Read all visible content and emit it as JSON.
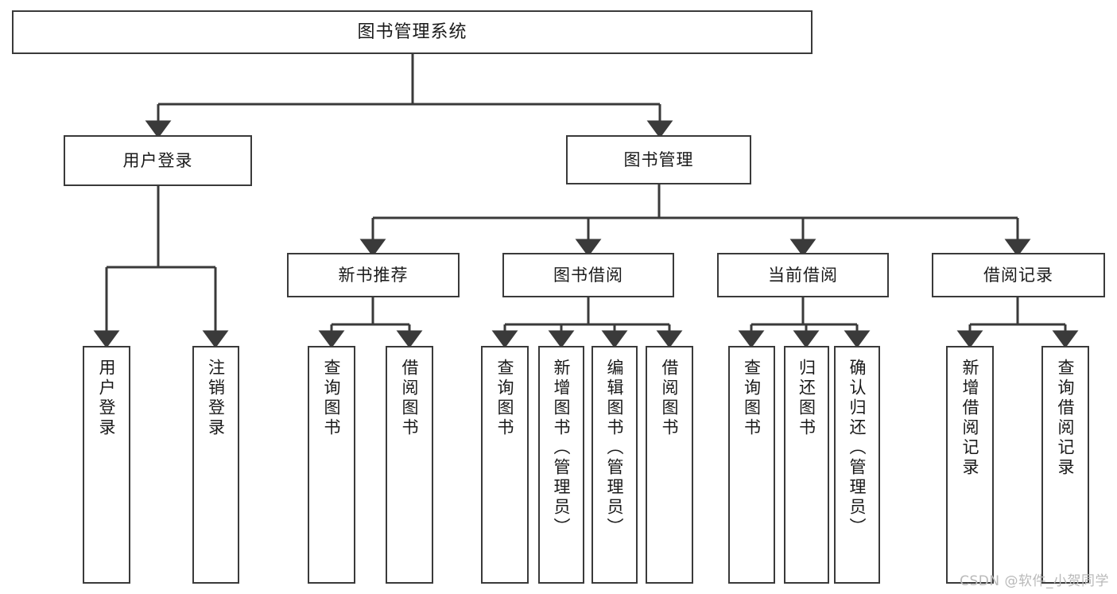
{
  "diagram": {
    "title": "图书管理系统",
    "type": "tree",
    "background_color": "#ffffff",
    "line_color": "#3a3a3a",
    "text_color": "#1a1a1a"
  },
  "nodes": {
    "root": {
      "label": "图书管理系统"
    },
    "level1": [
      {
        "label": "用户登录"
      },
      {
        "label": "图书管理"
      }
    ],
    "level2": [
      {
        "label": "新书推荐"
      },
      {
        "label": "图书借阅"
      },
      {
        "label": "当前借阅"
      },
      {
        "label": "借阅记录"
      }
    ],
    "leaves": [
      {
        "label": "用户登录"
      },
      {
        "label": "注销登录"
      },
      {
        "label": "查询图书"
      },
      {
        "label": "借阅图书"
      },
      {
        "label": "查询图书"
      },
      {
        "label": "新增图书（管理员）"
      },
      {
        "label": "编辑图书（管理员）"
      },
      {
        "label": "借阅图书"
      },
      {
        "label": "查询图书"
      },
      {
        "label": "归还图书"
      },
      {
        "label": "确认归还（管理员）"
      },
      {
        "label": "新增借阅记录"
      },
      {
        "label": "查询借阅记录"
      }
    ]
  },
  "watermark": {
    "text": "CSDN @软件_小贺同学"
  }
}
